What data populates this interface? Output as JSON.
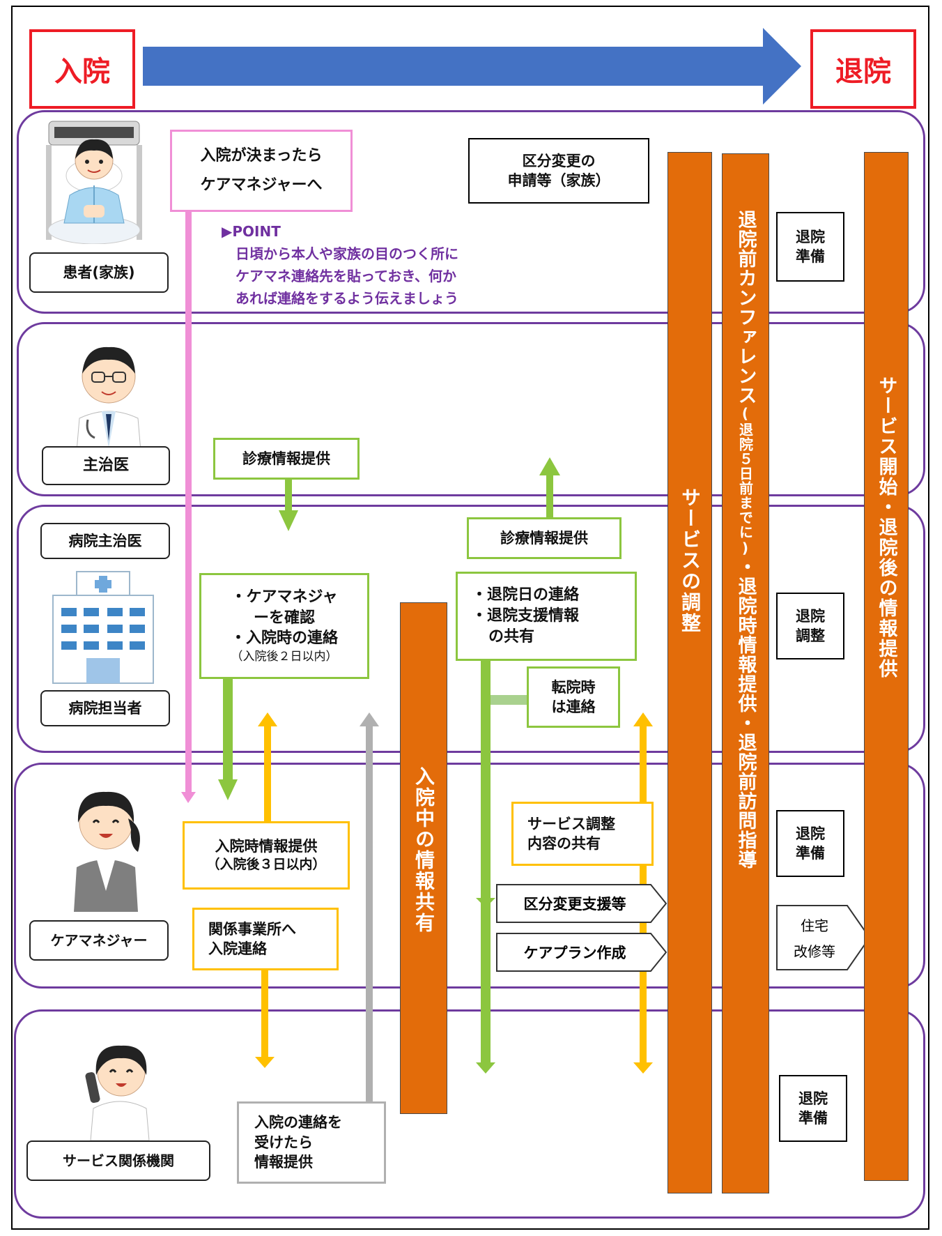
{
  "header": {
    "admission": "入院",
    "discharge": "退院"
  },
  "lanes": {
    "patient": "患者(家族)",
    "doctor": "主治医",
    "hospital_doctor": "病院主治医",
    "hospital_staff": "病院担当者",
    "care_manager": "ケアマネジャー",
    "service": "サービス関係機関"
  },
  "patient_lane": {
    "admission_decided": [
      "入院が決まったら",
      "ケアマネジャーへ"
    ],
    "point_title": "▶POINT",
    "point_lines": [
      "日頃から本人や家族の目のつく所に",
      "ケアマネ連絡先を貼っておき、何か",
      "あれば連絡をするよう伝えましょう"
    ],
    "category_change": [
      "区分変更の",
      "申請等（家族）"
    ],
    "prep": [
      "退院",
      "準備"
    ]
  },
  "doctor_lane": {
    "medical_info": "診療情報提供"
  },
  "hospital_lane": {
    "confirm": [
      "・ケアマネジャ",
      "ーを確認",
      "・入院時の連絡"
    ],
    "confirm_note": "（入院後２日以内）",
    "medical_info": "診療情報提供",
    "discharge_notice": [
      "・退院日の連絡",
      "・退院支援情報",
      "の共有"
    ],
    "transfer": [
      "転院時",
      "は連絡"
    ],
    "adjust": [
      "退院",
      "調整"
    ]
  },
  "cm_lane": {
    "admission_info": "入院時情報提供",
    "admission_info_note": "（入院後３日以内）",
    "notify_offices": [
      "関係事業所へ",
      "入院連絡"
    ],
    "service_share": [
      "サービス調整",
      "内容の共有"
    ],
    "category_support": "区分変更支援等",
    "careplan": "ケアプラン作成",
    "prep": [
      "退院",
      "準備"
    ],
    "housing": [
      "住宅",
      "改修等"
    ]
  },
  "service_lane": {
    "on_contact": [
      "入院の連絡を",
      "受けたら",
      "情報提供"
    ],
    "prep": [
      "退院",
      "準備"
    ]
  },
  "bars": {
    "info_sharing": "入院中の情報共有",
    "service_adjust": "サービスの調整",
    "conference": "退院前カンファレンス",
    "conference_note": "(退院５日前までに)",
    "conference_tail": "・退院時情報提供・退院前訪問指導",
    "service_start": "サービス開始・退院後の情報提供"
  },
  "colors": {
    "lane_border": "#6e3b9e",
    "header_red": "#ee1c25",
    "arrow_blue": "#4472c4",
    "orange_bar": "#e36c0a",
    "pink": "#f08fd6",
    "green": "#8cc63f",
    "yellow": "#ffc000",
    "gray": "#b0b0b0",
    "point_purple": "#7030a0"
  },
  "icons": [
    "patient-in-bed-icon",
    "doctor-icon",
    "hospital-building-icon",
    "care-manager-icon",
    "service-staff-phone-icon"
  ]
}
